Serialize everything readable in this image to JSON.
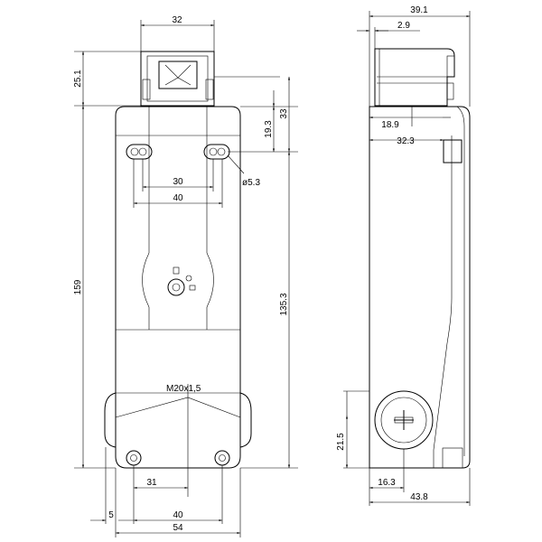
{
  "dimensions": {
    "front": {
      "actuator_width": "32",
      "actuator_height": "25.1",
      "hole_top_offset": "19.3",
      "body_top_offset": "33",
      "hole_diameter": "ø5.3",
      "slot_spacing_inner": "30",
      "slot_spacing_outer": "40",
      "overall_height": "159",
      "hole_to_bottom": "135.3",
      "bottom_hole_offset": "31",
      "edge_offset": "5",
      "bottom_hole_spacing": "40",
      "overall_width": "54"
    },
    "side": {
      "overall_depth_top": "39.1",
      "head_offset": "2.9",
      "head_depth": "18.9",
      "body_depth": "32.3",
      "conduit_height": "21.5",
      "conduit_offset": "16.3",
      "overall_depth_bottom": "43.8"
    }
  },
  "labels": {
    "thread": "M20x1,5"
  }
}
